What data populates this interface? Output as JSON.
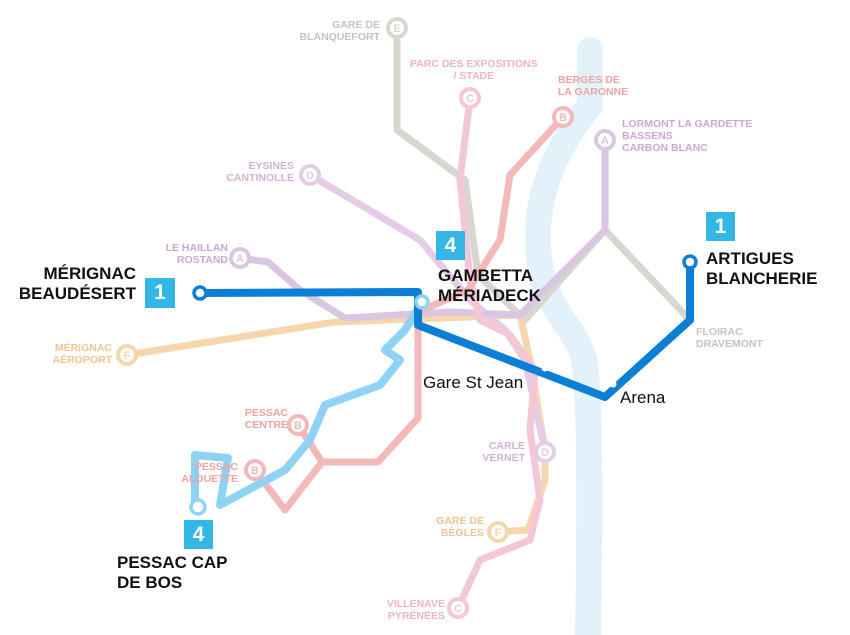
{
  "colors": {
    "river": "#e3f1fa",
    "line_a": "#dac6e0",
    "line_b": "#f3b9b9",
    "line_c": "#f4c7d7",
    "line_d": "#e4cce6",
    "line_e": "#d9d6cf",
    "line_f": "#f8d6ad",
    "bus_1": "#0b7fd6",
    "bus_4": "#8fd3f4",
    "badge": "#33b8e6"
  },
  "faded_labels": {
    "gare_blanquefort": "GARE DE\nBLANQUEFORT",
    "parc_expositions": "PARC DES EXPOSITIONS\n/ STADE",
    "berges_garonne": "BERGES DE\nLA GARONNE",
    "lormont": "LORMONT LA GARDETTE\nBASSENS\nCARBON BLANC",
    "eysines": "EYSINES\nCANTINOLLE",
    "le_haillan": "LE HAILLAN\nROSTAND",
    "merignac_aeroport": "MÉRIGNAC\nAÉROPORT",
    "floirac": "FLOIRAC\nDRAVEMONT",
    "pessac_centre": "PESSAC\nCENTRE",
    "pessac_alouette": "PESSAC\nALOUETTE",
    "carle_vernet": "CARLE\nVERNET",
    "gare_begles": "GARE DE\nBÈGLES",
    "villenave": "VILLENAVE\nPYRÉNÉES"
  },
  "line_letters": {
    "e": "E",
    "c_top": "C",
    "b_top": "B",
    "a_right": "A",
    "d_top": "D",
    "a_left": "A",
    "f_left": "F",
    "b_centre": "B",
    "b_alouette": "B",
    "d_bottom": "D",
    "f_bottom": "F",
    "c_bottom": "C"
  },
  "main_labels": {
    "merignac_beaudesert": "MÉRIGNAC\nBEAUDÉSERT",
    "gambetta_meriadeck": "GAMBETTA\nMÉRIADECK",
    "artigues_blancherie": "ARTIGUES\nBLANCHERIE",
    "pessac_cap_de_bos": "PESSAC CAP\nDE BOS"
  },
  "stations": {
    "gare_st_jean": "Gare St Jean",
    "arena": "Arena"
  },
  "badges": {
    "merignac": "1",
    "gambetta": "4",
    "artigues": "1",
    "pessac": "4"
  }
}
